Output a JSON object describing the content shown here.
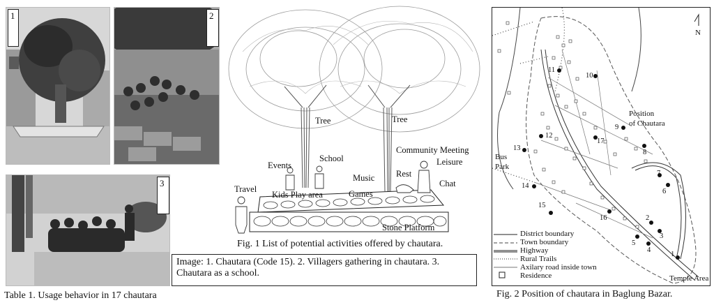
{
  "photos": [
    {
      "number": "1"
    },
    {
      "number": "2"
    },
    {
      "number": "3"
    }
  ],
  "image_caption": "Image: 1. Chautara (Code 15). 2. Villagers gathering in chautara. 3. Chautara as a school.",
  "table_caption": "Table 1. Usage behavior in 17 chautara",
  "fig1": {
    "caption": "Fig. 1 List of potential activities offered by chautara.",
    "labels": {
      "tree_left": "Tree",
      "tree_right": "Tree",
      "events": "Events",
      "school": "School",
      "community_meeting": "Community Meeting",
      "leisure": "Leisure",
      "music": "Music",
      "rest": "Rest",
      "travel": "Travel",
      "kids_play": "Kids Play area",
      "games": "Games",
      "chat": "Chat",
      "stone_platform": "Stone Platform"
    }
  },
  "fig2": {
    "caption": "Fig. 2 Position of chautara in Baglung Bazar.",
    "north": "N",
    "position_label_1": "Position",
    "position_label_2": "of Chautara",
    "bus_park_1": "Bus",
    "bus_park_2": "Park",
    "temple_area": "Temple Area",
    "legend": [
      "District boundary",
      "Town boundary",
      "Highway",
      "Rural Trails",
      "Axilary road inside town",
      "Residence"
    ],
    "points": [
      "1",
      "2",
      "3",
      "4",
      "5",
      "6",
      "7",
      "8",
      "9",
      "10",
      "11",
      "12",
      "13",
      "14",
      "15",
      "16",
      "17"
    ]
  }
}
